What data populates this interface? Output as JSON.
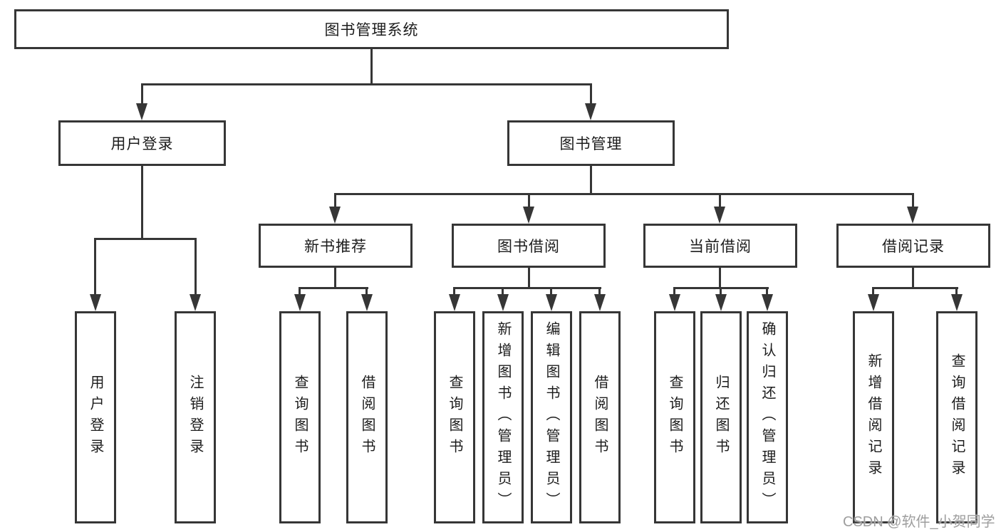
{
  "watermark": "CSDN @软件_小贺同学",
  "colors": {
    "line": "#363636",
    "text": "#1c1c1c",
    "box_background": "#ffffff",
    "watermark": "#9e9e9e"
  },
  "nodes": {
    "root": "图书管理系统",
    "children": [
      {
        "label": "用户登录",
        "leaves": [
          "用户登录",
          "注销登录"
        ]
      },
      {
        "label": "图书管理",
        "children": [
          {
            "label": "新书推荐",
            "leaves": [
              "查询图书",
              "借阅图书"
            ]
          },
          {
            "label": "图书借阅",
            "leaves": [
              "查询图书",
              "新增图书（管理员）",
              "编辑图书（管理员）",
              "借阅图书"
            ]
          },
          {
            "label": "当前借阅",
            "leaves": [
              "查询图书",
              "归还图书",
              "确认归还（管理员）"
            ]
          },
          {
            "label": "借阅记录",
            "leaves": [
              "新增借阅记录",
              "查询借阅记录"
            ]
          }
        ]
      }
    ]
  }
}
